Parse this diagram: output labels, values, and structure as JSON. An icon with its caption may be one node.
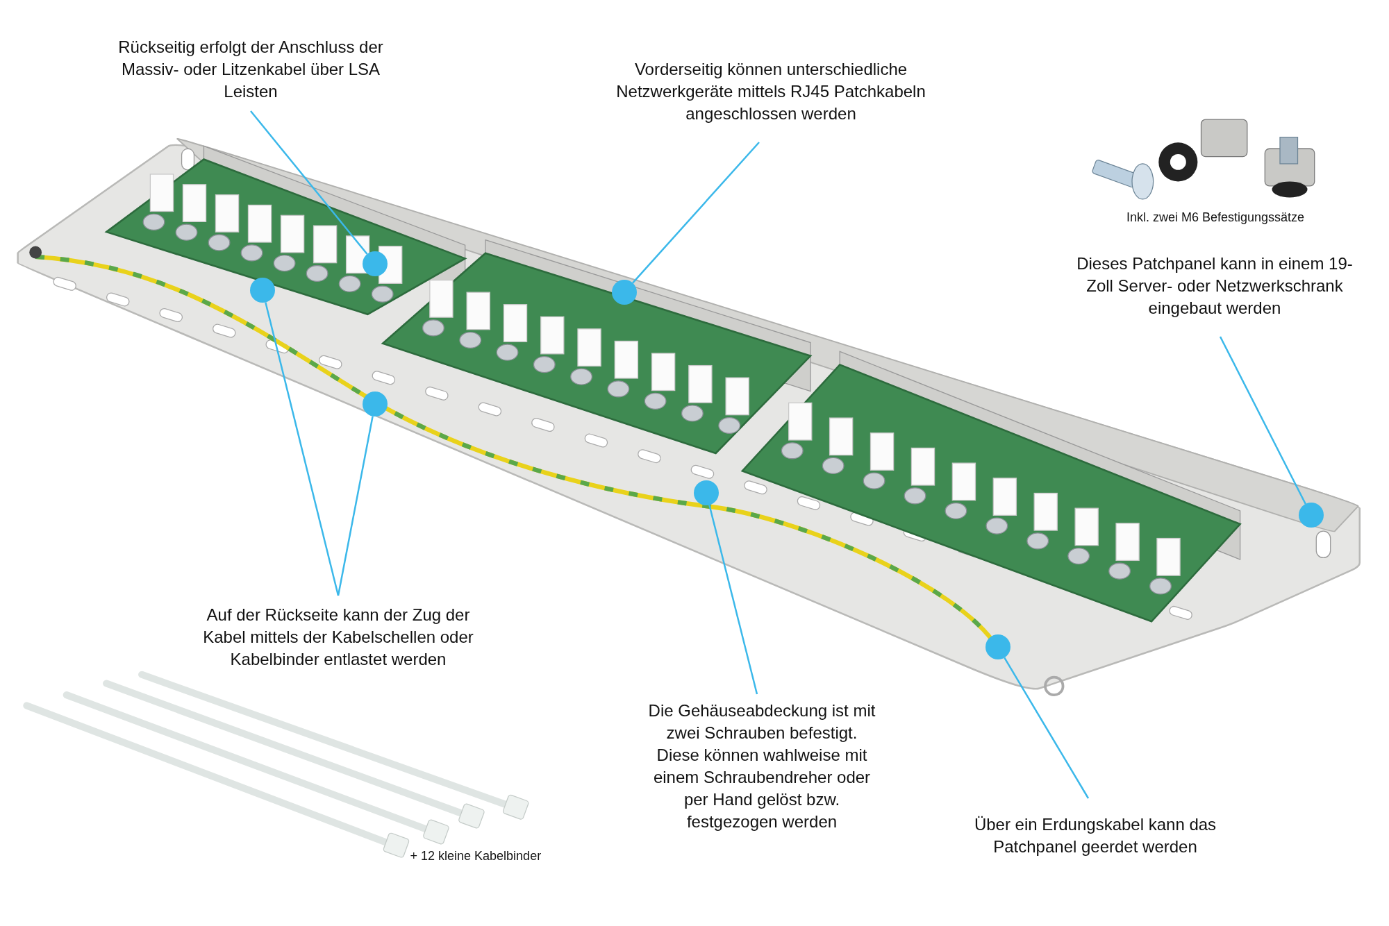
{
  "diagram": {
    "nodes": [
      {
        "text": [
          "Rückseitig erfolgt der Anschluss der Massiv- oder Litzenkabel über LSA Leisten"
        ]
      },
      {
        "text": [],
        "shape": "circle"
      },
      {
        "text": [
          "Vorderseitig können unterschiedliche Netzwerkgeräte mittels RJ45 Patchkabeln angeschlossen werden"
        ]
      },
      {
        "text": [],
        "shape": "circle"
      },
      {
        "text": [
          "Dieses Patchpanel kann in einem 19-Zoll Server- oder Netzwerkschrank eingebaut werden"
        ]
      },
      {
        "text": [],
        "shape": "circle"
      },
      {
        "text": [
          "Auf der Rückseite kann der Zug der Kabel mittels der Kabelschellen oder Kabelbinder entlastet werden"
        ]
      },
      {
        "text": [],
        "shape": "circle"
      },
      {
        "text": [],
        "shape": "circle"
      },
      {
        "text": [
          "Die Gehäuseabdeckung ist mit zwei Schrauben befestigt. Diese können wahlweise mit einem Schraubendreher oder per Hand gelöst bzw. festgezogen werden"
        ]
      },
      {
        "text": [],
        "shape": "circle"
      },
      {
        "text": [
          "Über ein Erdungskabel kann das Patchpanel geerdet werden"
        ]
      },
      {
        "text": [],
        "shape": "circle"
      }
    ],
    "edges": [
      {
        "from": 0,
        "to": 1,
        "arrow": "none"
      },
      {
        "from": 2,
        "to": 3,
        "arrow": "none"
      },
      {
        "from": 4,
        "to": 5,
        "arrow": "none"
      },
      {
        "from": 6,
        "to": 7,
        "arrow": "none"
      },
      {
        "from": 6,
        "to": 8,
        "arrow": "none"
      },
      {
        "from": 9,
        "to": 10,
        "arrow": "none"
      },
      {
        "from": 11,
        "to": 12,
        "arrow": "none"
      }
    ],
    "labels": [
      "Inkl. zwei M6 Befestigungssätze",
      "+ 12 kleine Kabelbinder"
    ]
  }
}
